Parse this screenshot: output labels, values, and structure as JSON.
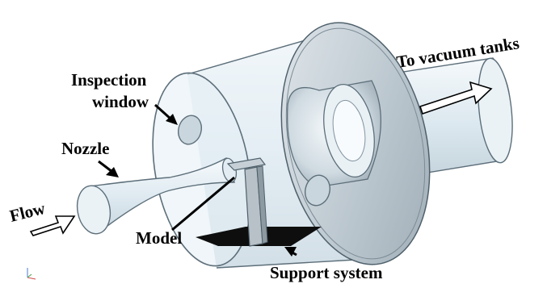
{
  "labels": {
    "vacuum": "To vacuum tanks",
    "inspection_line1": "Inspection",
    "inspection_line2": "window",
    "nozzle": "Nozzle",
    "flow": "Flow",
    "model": "Model",
    "support": "Support system"
  },
  "colors": {
    "tube_fill": "#e6f0f6",
    "tube_stroke": "#5d6f7a",
    "flange_fill": "#c3cfd7",
    "model_fill": "#b7c1c7",
    "support_plate": "#0e0e0e",
    "label": "#000000"
  }
}
